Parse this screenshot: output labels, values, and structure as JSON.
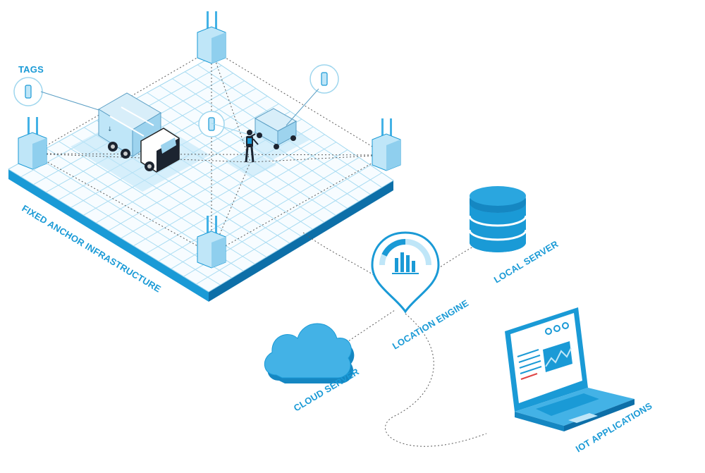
{
  "labels": {
    "tags": "TAGS",
    "fixed_anchor": "FIXED ANCHOR INFRASTRUCTURE",
    "local_server": "LOCAL SERVER",
    "location_engine": "LOCATION ENGINE",
    "cloud_server": "CLOUD SERVER",
    "iot_applications": "IOT APPLICATIONS"
  },
  "colors": {
    "primary": "#1a9ad6",
    "light": "#bfe6f8",
    "pale": "#e6f5fc",
    "dark": "#0d6fa8"
  },
  "icons": [
    "anchor-icon",
    "tag-icon",
    "truck-icon",
    "cart-icon",
    "worker-icon",
    "database-icon",
    "location-pin-icon",
    "cloud-icon",
    "laptop-icon"
  ]
}
